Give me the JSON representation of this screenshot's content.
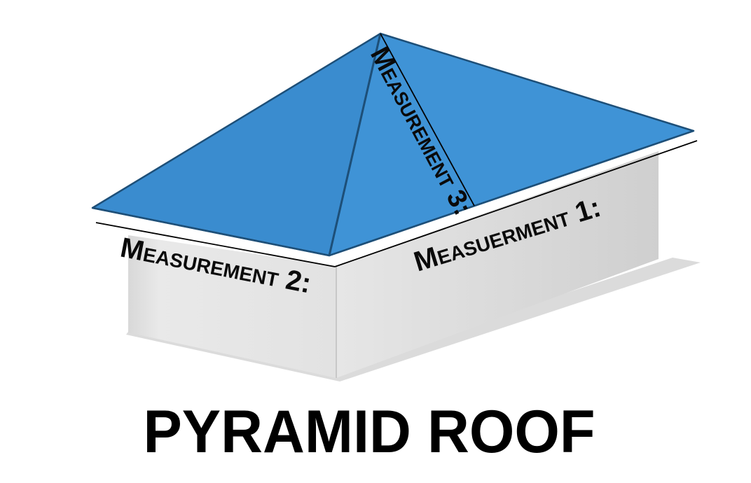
{
  "diagram": {
    "title": "PYRAMID ROOF",
    "labels": {
      "measurement_1": "Measuerment 1:",
      "measurement_2": "Measurement 2:",
      "measurement_3": "Measurement 3:"
    }
  },
  "colors": {
    "roof": "#3d8fd1",
    "roof_edge": "#1d4f78",
    "wall_front": "#e4e4e4",
    "wall_side": "#d4d4d4",
    "shadow": "#b5b5b5",
    "measure_line": "#000000",
    "text": "#0a0a0a"
  }
}
